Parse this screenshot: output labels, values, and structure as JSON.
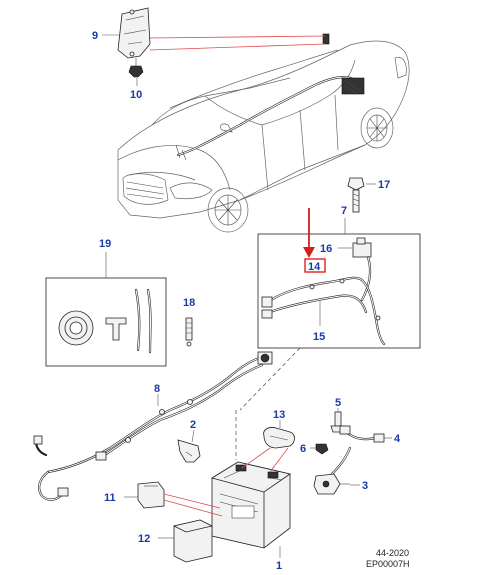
{
  "callouts": {
    "c1": "1",
    "c2": "2",
    "c3": "3",
    "c4": "4",
    "c5": "5",
    "c6": "6",
    "c7": "7",
    "c8": "8",
    "c9": "9",
    "c10": "10",
    "c11": "11",
    "c12": "12",
    "c13": "13",
    "c14": "14",
    "c15": "15",
    "c16": "16",
    "c17": "17",
    "c18": "18",
    "c19": "19"
  },
  "footer": {
    "date": "44-2020",
    "code": "EP00007H"
  },
  "colors": {
    "callout_text": "#1a3aa8",
    "highlight_box": "#e02020",
    "arrow": "#d42020",
    "leader_red": "#e24a4a"
  }
}
